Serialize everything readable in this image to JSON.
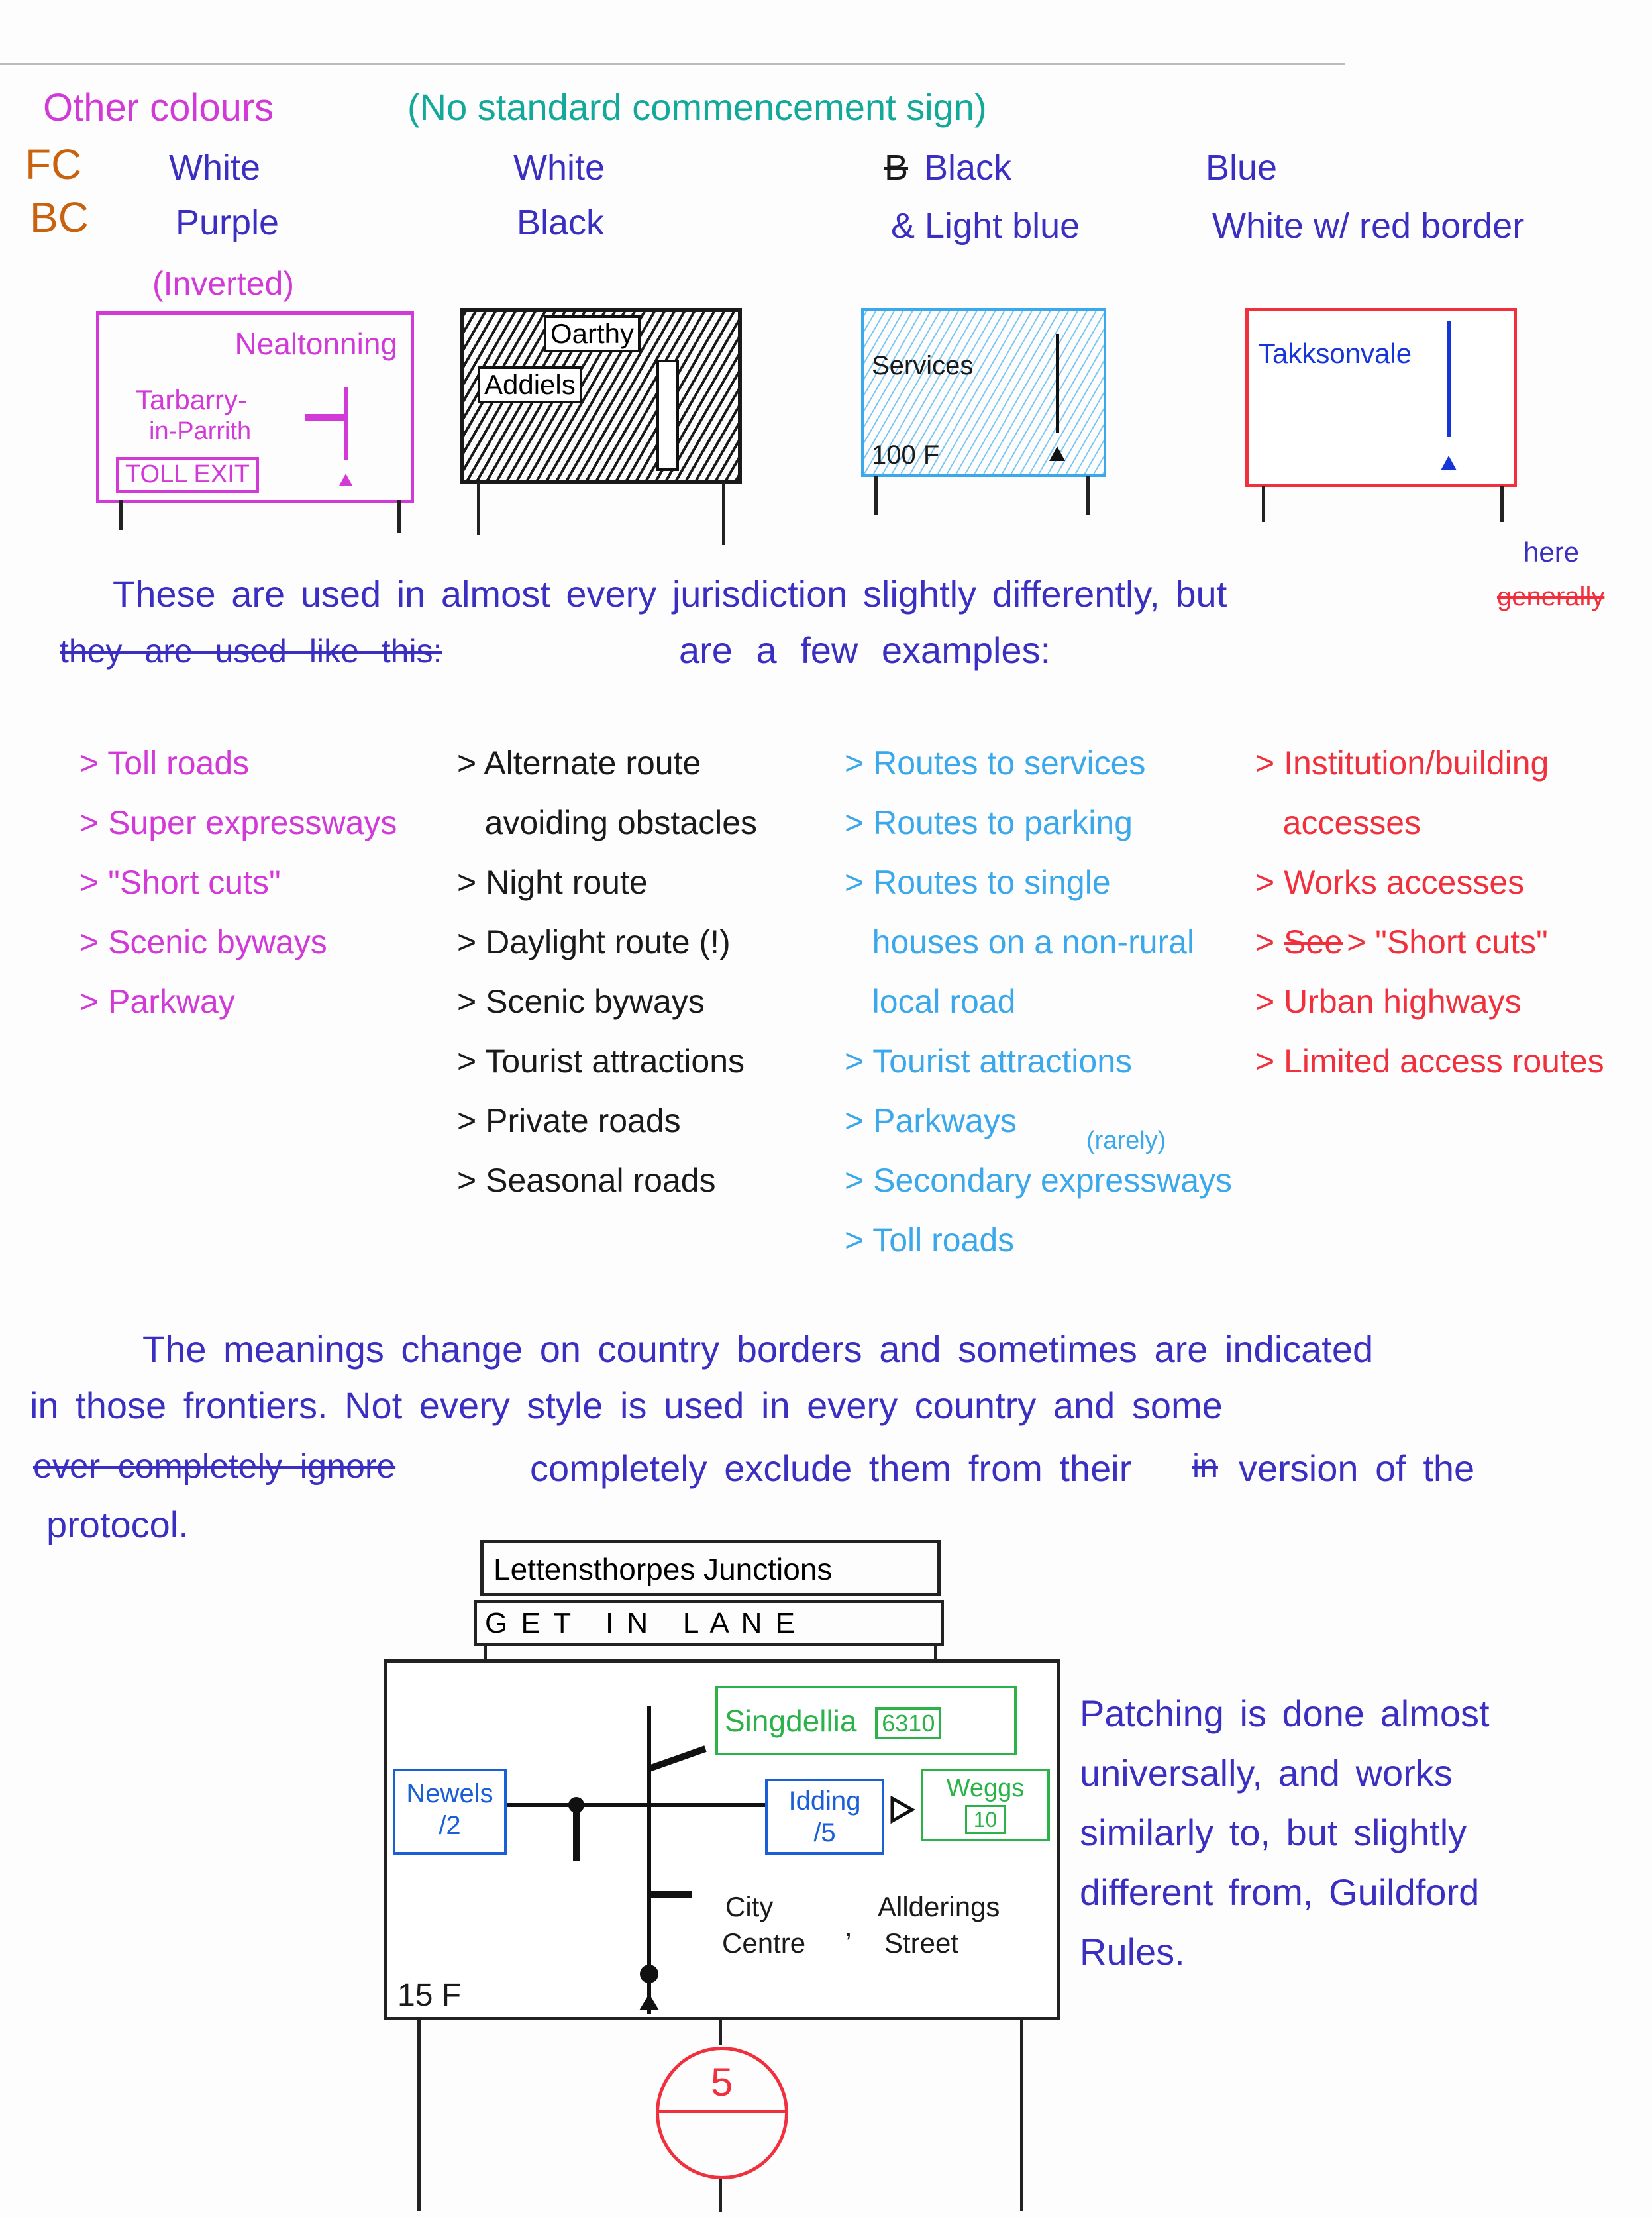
{
  "header": {
    "title": "Other colours",
    "subtitle": "(No standard commencement sign)"
  },
  "legend": {
    "fc_label": "FC",
    "bc_label": "BC",
    "columns": [
      {
        "fc": "White",
        "bc": "Purple",
        "note": "(Inverted)"
      },
      {
        "fc": "White",
        "bc": "Black"
      },
      {
        "fc_struck": "B",
        "fc": "Black",
        "bc": "& Light blue"
      },
      {
        "fc": "Blue",
        "bc": "White w/ red border"
      }
    ]
  },
  "signs": {
    "purple": {
      "dest1": "Nealtonning",
      "dest2": "Tarbarry-",
      "dest3": "in-Parrith",
      "plate": "TOLL EXIT"
    },
    "black": {
      "dest1": "Oarthy",
      "dest2": "Addiels"
    },
    "lightblue": {
      "dest": "Services",
      "distance": "100 F"
    },
    "red": {
      "dest": "Takksonvale"
    }
  },
  "paragraph1": {
    "line1": "These are used in almost every jurisdiction slightly differently, but",
    "insert": "here",
    "struck1": "generally",
    "struck2": "they are used like this:",
    "line2": "are a few examples:"
  },
  "lists": {
    "purple": [
      "> Toll roads",
      "> Super expressways",
      "> \"Short cuts\"",
      "> Scenic byways",
      "> Parkway"
    ],
    "black": [
      "> Alternate route",
      "   avoiding obstacles",
      "> Night route",
      "> Daylight route (!)",
      "> Scenic byways",
      "> Tourist attractions",
      "> Private roads",
      "> Seasonal roads"
    ],
    "lightblue": [
      "> Routes to services",
      "> Routes to parking",
      "> Routes to single",
      "   houses on a non-rural",
      "   local road",
      "> Tourist attractions",
      "> Parkways",
      "> Secondary expressways",
      "> Toll roads"
    ],
    "lightblue_note": "(rarely)",
    "red": [
      "> Institution/building",
      "   accesses",
      "> Works accesses",
      "> \"Short cuts\"",
      "> Urban highways",
      "> Limited access routes"
    ],
    "red_struck": "See"
  },
  "paragraph2": {
    "line1": "The meanings change on country borders and sometimes are indicated",
    "line2": "in those frontiers. Not every style is used in every country and some",
    "struck1": "ever completely ignore",
    "line3a": "completely exclude them from their",
    "struck2": "in",
    "line3b": "version of the",
    "line4": "protocol."
  },
  "diagram": {
    "header": "Lettensthorpes Junctions",
    "lane": "G E T   I N   L A N E",
    "singdellia": "Singdellia",
    "singdellia_num": "6310",
    "newels": "Newels",
    "newels_num": "/2",
    "idding": "Idding",
    "idding_num": "/5",
    "weggs": "Weggs",
    "weggs_num": "10",
    "city1": "City",
    "city2": "Centre",
    "comma": ",",
    "street1": "Allderings",
    "street2": "Street",
    "distance": "15 F",
    "route_number": "5"
  },
  "side_note": [
    "Patching is done almost",
    "universally, and works",
    "similarly to, but slightly",
    "different from, Guildford",
    "Rules."
  ],
  "colors": {
    "purple": "#d23ad8",
    "teal": "#12a99a",
    "blue": "#3a2fc0",
    "lightblue": "#3aa8ea",
    "red": "#f0303c",
    "green": "#2bb34a"
  }
}
